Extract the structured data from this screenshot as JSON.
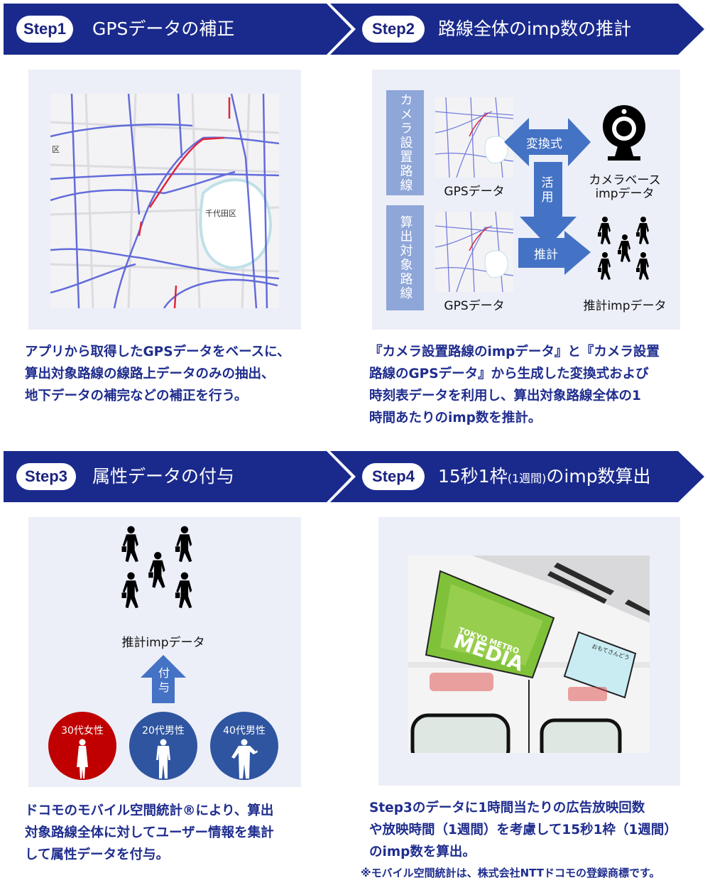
{
  "steps": [
    {
      "badge": "Step1",
      "title": "GPSデータの補正"
    },
    {
      "badge": "Step2",
      "title": "路線全体のimp数の推計"
    },
    {
      "badge": "Step3",
      "title": "属性データの付与"
    },
    {
      "badge": "Step4",
      "title_main": "15秒1枠",
      "title_small": "(1週間)",
      "title_end": "のimp数算出"
    }
  ],
  "step1": {
    "map_label": "千代田区",
    "map_side_label": "区",
    "description": [
      "アプリから取得したGPSデータをベースに、",
      "算出対象路線の線路上データのみの抽出、",
      "地下データの補完などの補正を行う。"
    ]
  },
  "step2": {
    "row1_label": "カメラ設置路線",
    "row2_label": "算出対象路線",
    "gps_label_1": "GPSデータ",
    "gps_label_2": "GPSデータ",
    "conversion_label": "変換式",
    "use_label": "活用",
    "estimate_label": "推計",
    "camera_label_line1": "カメラベース",
    "camera_label_line2": "impデータ",
    "estimated_label": "推計impデータ",
    "description": [
      "『カメラ設置路線のimpデータ』と『カメラ設置",
      "路線のGPSデータ』から生成した変換式および",
      "時刻表データを利用し、算出対象路線全体の1",
      "時間あたりのimp数を推計。"
    ]
  },
  "step3": {
    "estimated_label": "推計impデータ",
    "attach_label": "付与",
    "segments": [
      {
        "label": "30代女性",
        "color": "#c00000"
      },
      {
        "label": "20代男性",
        "color": "#2f55a0"
      },
      {
        "label": "40代男性",
        "color": "#2f55a0"
      }
    ],
    "description": [
      "ドコモのモバイル空間統計®により、算出",
      "対象路線全体に対してユーザー情報を集計",
      "して属性データを付与。"
    ]
  },
  "step4": {
    "screen_top": "TOKYO METRO",
    "screen_main": "MEDIA",
    "side_screen": "おもてさんどう",
    "description": [
      "Step3のデータに1時間当たりの広告放映回数",
      "や放映時間（1週間）を考慮して15秒1枠（1週間）",
      "のimp数を算出。"
    ],
    "footnote": "※モバイル空間統計は、株式会社NTTドコモの登録商標です。"
  },
  "colors": {
    "header": "#1a2a8c",
    "panel": "#eceff8",
    "arrow": "#4472c4",
    "label_box": "#8ea6d8",
    "female": "#c00000",
    "male": "#2f55a0"
  }
}
